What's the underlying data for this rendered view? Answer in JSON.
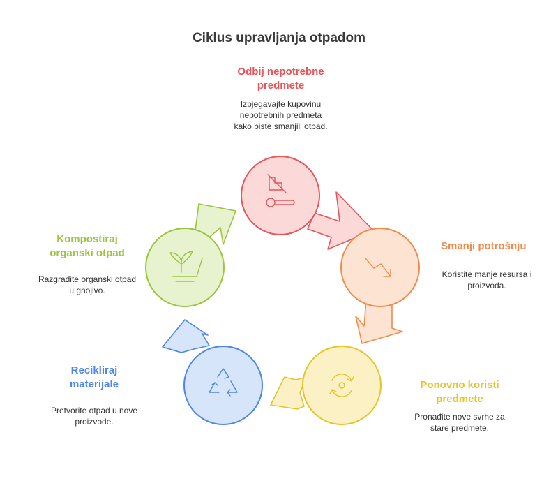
{
  "title": "Ciklus upravljanja otpadom",
  "stages": [
    {
      "id": "refuse",
      "title_lines": [
        "Odbij nepotrebne",
        "predmete"
      ],
      "desc_lines": [
        "Izbjegavajte kupovinu",
        "nepotrebnih predmeta",
        "kako biste smanjili otpad."
      ],
      "color": "#e8545a",
      "fill": "#fbd9d8",
      "icon": "no-shopping-icon"
    },
    {
      "id": "reduce",
      "title_lines": [
        "Smanji potrošnju"
      ],
      "desc_lines": [
        "Koristite manje resursa i",
        "proizvoda."
      ],
      "color": "#ef8c4d",
      "fill": "#fde3d2",
      "icon": "trend-down-icon"
    },
    {
      "id": "reuse",
      "title_lines": [
        "Ponovno koristi",
        "predmete"
      ],
      "desc_lines": [
        "Pronađite nove svrhe za",
        "stare predmete."
      ],
      "color": "#e3c52a",
      "fill": "#fbf1c4",
      "icon": "reuse-cycle-icon"
    },
    {
      "id": "recycle",
      "title_lines": [
        "Recikliraj",
        "materijale"
      ],
      "desc_lines": [
        "Pretvorite otpad u nove",
        "proizvode."
      ],
      "color": "#4c86e8",
      "fill": "#d7e5fb",
      "icon": "recycle-icon"
    },
    {
      "id": "compost",
      "title_lines": [
        "Kompostiraj",
        "organski otpad"
      ],
      "desc_lines": [
        "Razgradite organski otpad",
        "u gnojivo."
      ],
      "color": "#9cc43c",
      "fill": "#e7f2cf",
      "icon": "sprout-icon"
    }
  ]
}
